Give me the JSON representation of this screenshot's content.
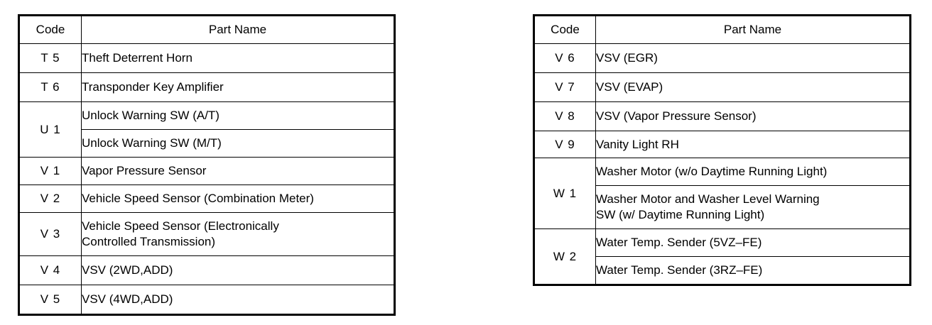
{
  "document": {
    "kind": "parts-code-reference",
    "tables": [
      {
        "id": "left",
        "headers": {
          "code": "Code",
          "part_name": "Part Name"
        },
        "rows": [
          {
            "code": "T 5",
            "names": [
              "Theft Deterrent Horn"
            ]
          },
          {
            "code": "T 6",
            "names": [
              "Transponder Key Amplifier"
            ]
          },
          {
            "code": "U 1",
            "names": [
              "Unlock Warning SW (A/T)",
              "Unlock Warning SW (M/T)"
            ]
          },
          {
            "code": "V 1",
            "names": [
              "Vapor Pressure Sensor"
            ]
          },
          {
            "code": "V 2",
            "names": [
              "Vehicle Speed Sensor (Combination Meter)"
            ]
          },
          {
            "code": "V 3",
            "names": [
              "Vehicle Speed Sensor (Electronically\nControlled Transmission)"
            ]
          },
          {
            "code": "V 4",
            "names": [
              "VSV (2WD,ADD)"
            ]
          },
          {
            "code": "V 5",
            "names": [
              "VSV (4WD,ADD)"
            ]
          }
        ]
      },
      {
        "id": "right",
        "headers": {
          "code": "Code",
          "part_name": "Part Name"
        },
        "rows": [
          {
            "code": "V 6",
            "names": [
              "VSV (EGR)"
            ]
          },
          {
            "code": "V 7",
            "names": [
              "VSV (EVAP)"
            ]
          },
          {
            "code": "V 8",
            "names": [
              "VSV (Vapor Pressure Sensor)"
            ]
          },
          {
            "code": "V 9",
            "names": [
              "Vanity Light RH"
            ]
          },
          {
            "code": "W 1",
            "names": [
              "Washer Motor (w/o Daytime Running Light)",
              "Washer Motor and Washer Level Warning\nSW (w/ Daytime Running Light)"
            ]
          },
          {
            "code": "W 2",
            "names": [
              "Water Temp. Sender (5VZ–FE)",
              "Water Temp. Sender (3RZ–FE)"
            ]
          }
        ]
      }
    ]
  },
  "colors": {
    "ink": "#000000",
    "paper": "#ffffff"
  }
}
